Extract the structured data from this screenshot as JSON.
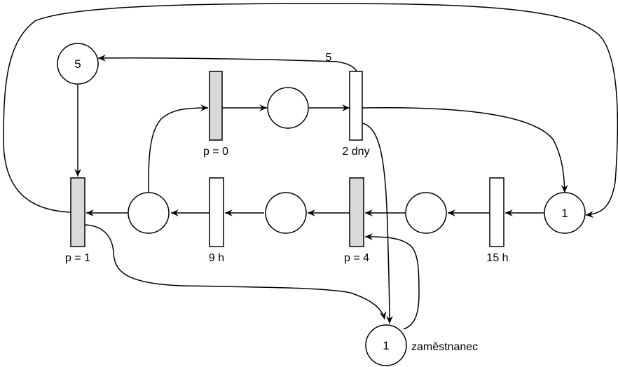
{
  "colors": {
    "stroke": "#000000",
    "background": "#ffffff",
    "timed_transition_fill": "#ffffff",
    "priority_transition_fill": "#d9d9d9"
  },
  "places": {
    "p_top_left": {
      "tokens": "5"
    },
    "p_top_mid": {
      "tokens": ""
    },
    "p_right": {
      "tokens": "1"
    },
    "p_mid3": {
      "tokens": ""
    },
    "p_mid2": {
      "tokens": ""
    },
    "p_mid1": {
      "tokens": ""
    },
    "p_employee": {
      "tokens": "1",
      "label": "zaměstnanec"
    }
  },
  "transitions": {
    "t_p0": {
      "label": "p = 0"
    },
    "t_2dny": {
      "label": "2 dny"
    },
    "t_p1": {
      "label": "p = 1"
    },
    "t_9h": {
      "label": "9 h"
    },
    "t_p4": {
      "label": "p = 4"
    },
    "t_15h": {
      "label": "15 h"
    }
  },
  "arcs": {
    "weight_2dny_to_p5": "5"
  }
}
